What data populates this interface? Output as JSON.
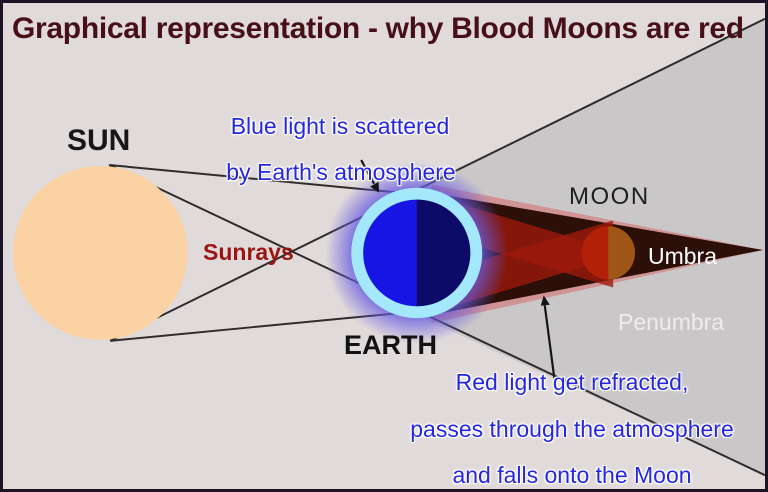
{
  "title": "Graphical representation - why Blood Moons are red",
  "labels": {
    "sun": "SUN",
    "sunrays": "Sunrays",
    "earth": "EARTH",
    "moon": "MOON",
    "umbra": "Umbra",
    "penumbra": "Penumbra"
  },
  "annotations": {
    "blue_light_line1": "Blue light is scattered",
    "blue_light_line2": "by Earth's atmosphere",
    "red_light_line1": "Red light get refracted,",
    "red_light_line2": "passes through the atmosphere",
    "red_light_line3": "and falls onto the Moon"
  },
  "colors": {
    "background": "#e1dadb",
    "frame_border": "#1c1226",
    "title_text": "#471019",
    "shadow_gray": "#cac7c8",
    "sun": "#fad2a4",
    "earth_glow": "#675ae0",
    "atmosphere_ring": "#a3e8fd",
    "earth_day": "#1715e3",
    "earth_night": "#0c0c68",
    "penumbra_pink": "#d18f8f",
    "umbra_dark": "#2c0f08",
    "red_beam": "#9e1a0c",
    "moon_red": "#b22008",
    "moon_orange": "#a05616",
    "ray_line": "#2f2b2b",
    "arrow": "#141414",
    "blue_text": "#2626df",
    "sunrays_text": "#9b1512",
    "dark_label": "#161616",
    "white_text": "#ffffff",
    "penumbra_text": "#efecec"
  }
}
